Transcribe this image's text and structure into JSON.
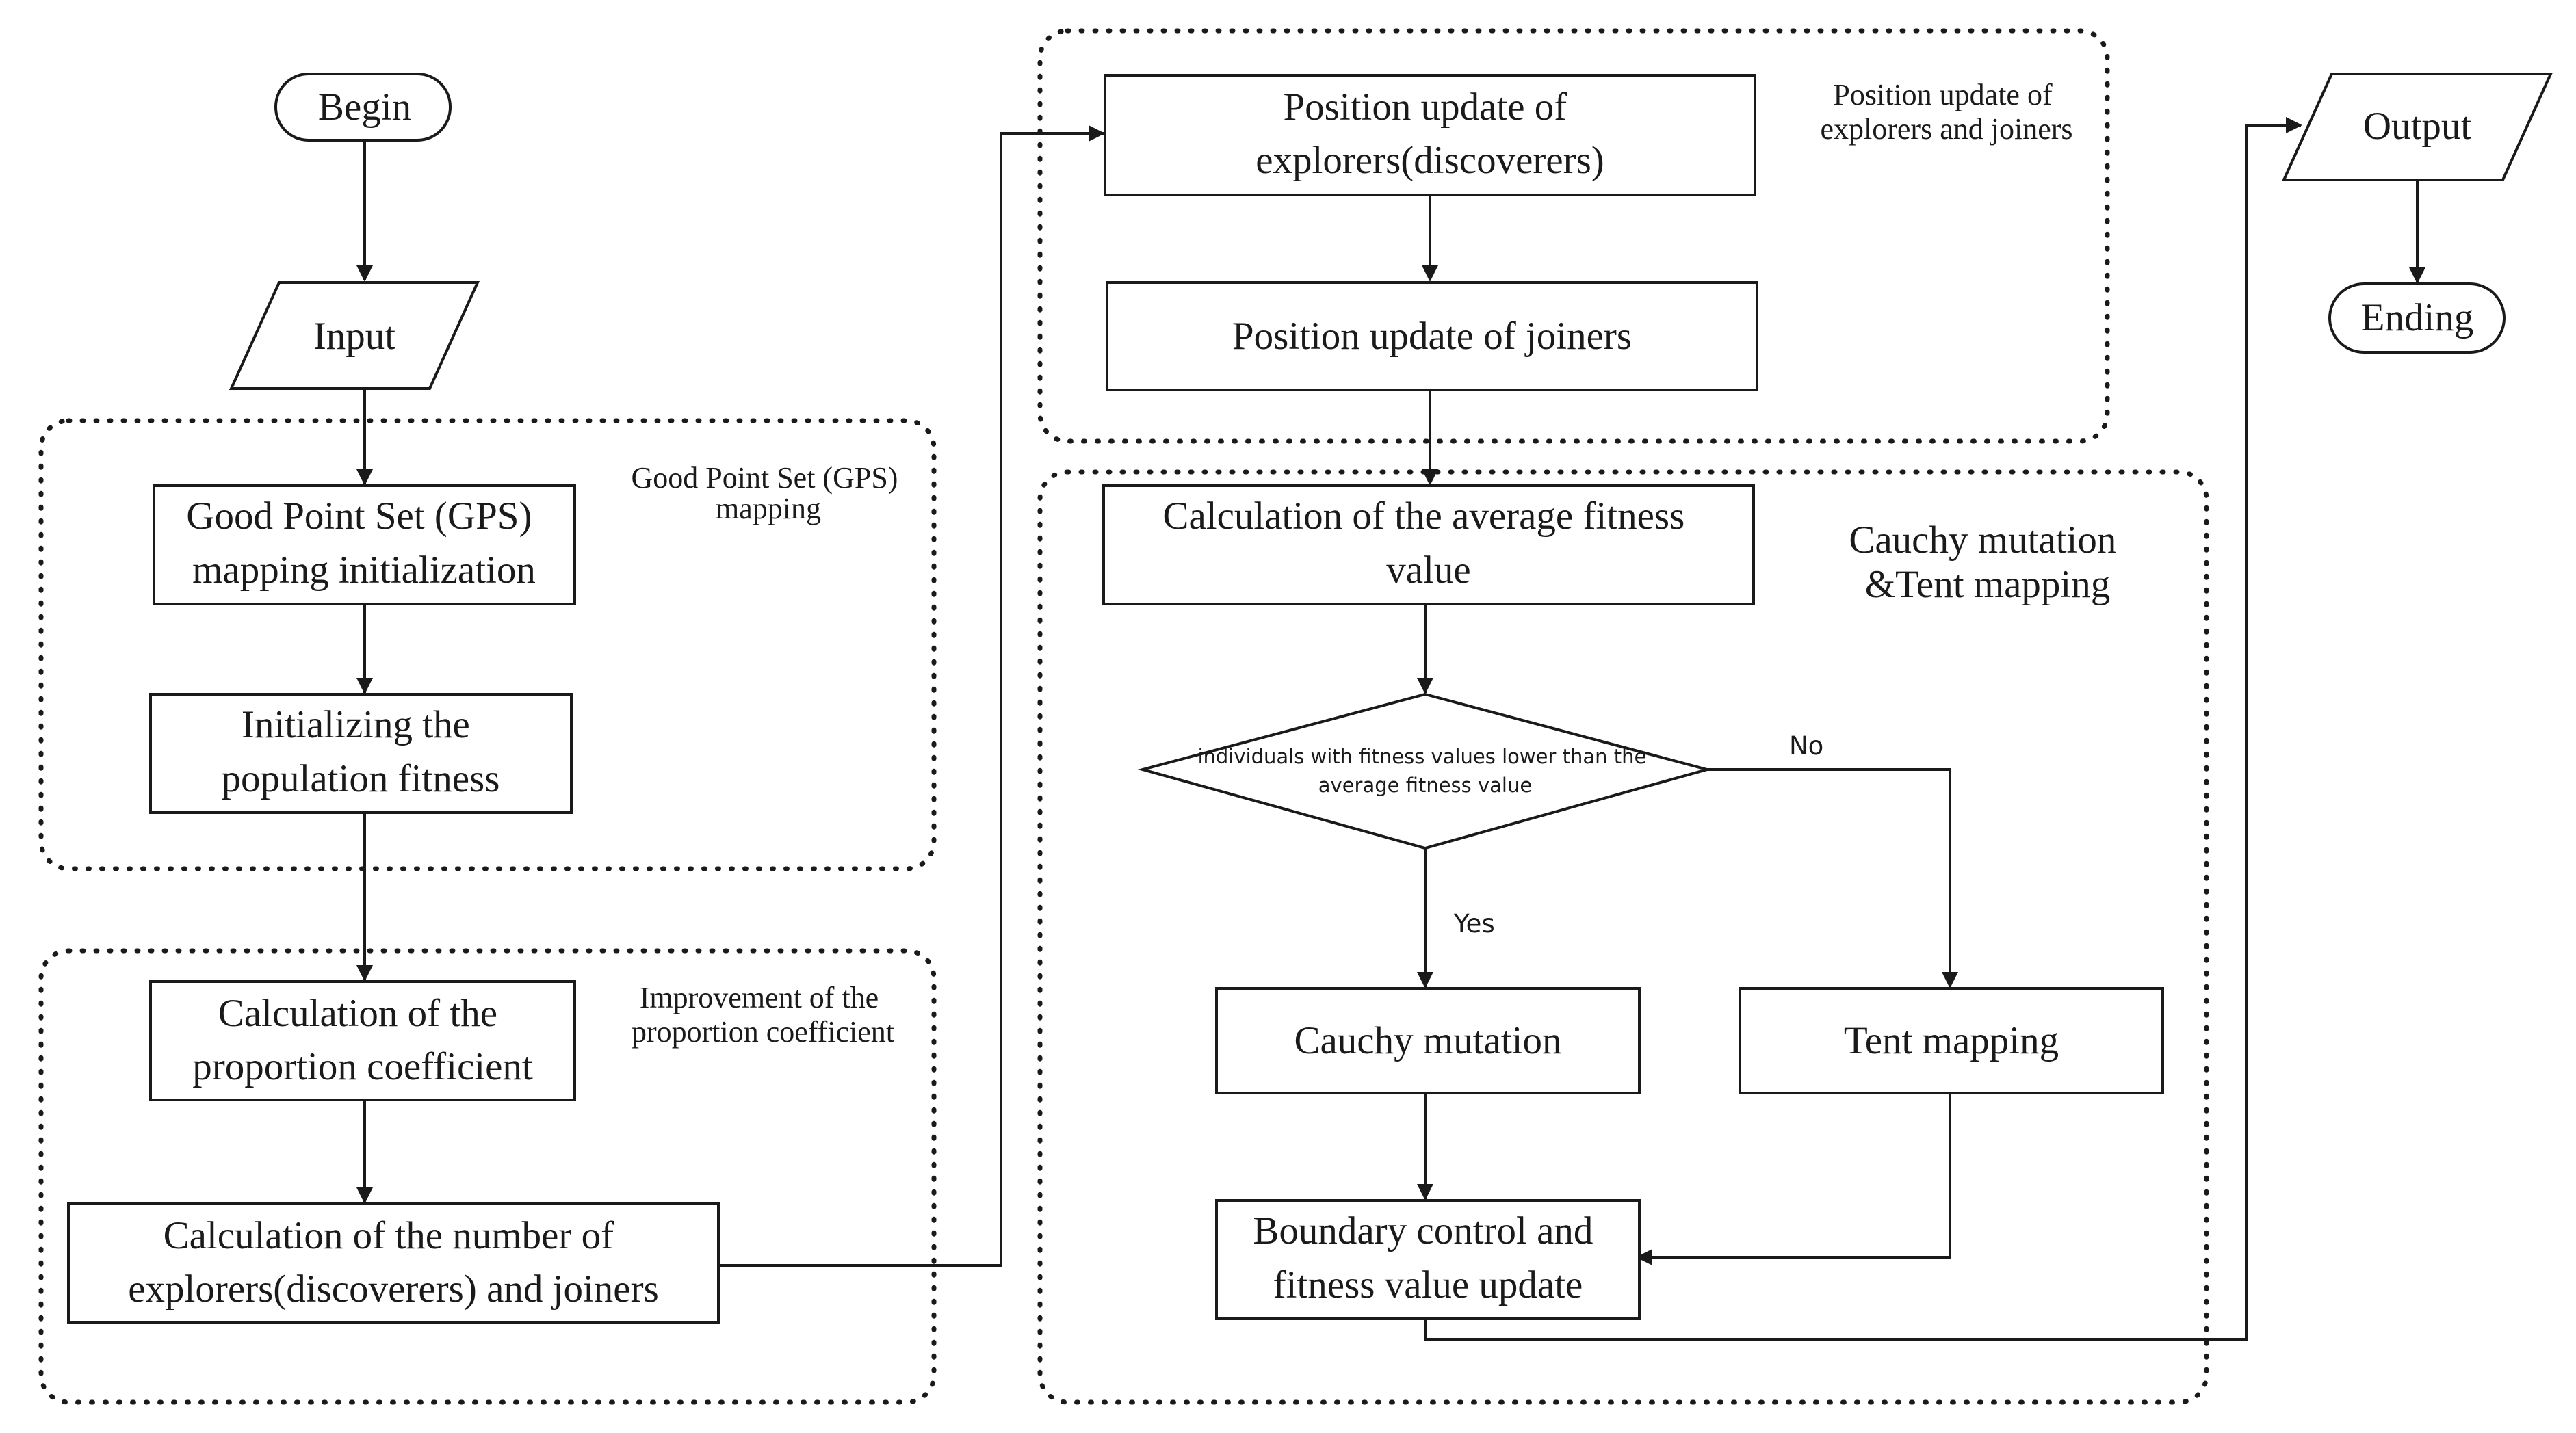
{
  "terminals": {
    "begin": "Begin",
    "ending": "Ending"
  },
  "io": {
    "input": "Input",
    "output": "Output"
  },
  "groups": {
    "gps_mapping": [
      "Good Point Set (GPS)",
      "mapping"
    ],
    "proportion": [
      "Improvement of the",
      "proportion coefficient"
    ],
    "position_update": [
      "Position update of",
      "explorers and joiners"
    ],
    "cauchy_tent": [
      "Cauchy mutation",
      "&Tent mapping"
    ]
  },
  "processes": {
    "gps_init": [
      "Good Point Set (GPS)",
      "mapping initialization"
    ],
    "init_fitness": [
      "Initializing the",
      "population fitness"
    ],
    "calc_proportion": [
      "Calculation of the",
      "proportion coefficient"
    ],
    "calc_number": [
      "Calculation of the number of",
      "explorers(discoverers) and joiners"
    ],
    "update_explorers": [
      "Position update of",
      "explorers(discoverers)"
    ],
    "update_joiners": [
      "Position update of joiners"
    ],
    "avg_fitness": [
      "Calculation of the average fitness",
      "value"
    ],
    "cauchy": [
      "Cauchy mutation"
    ],
    "tent": [
      "Tent mapping"
    ],
    "boundary": [
      "Boundary control and",
      "fitness value update"
    ]
  },
  "decision": {
    "text": [
      "individuals with fitness values lower than the",
      "average fitness value"
    ],
    "yes": "Yes",
    "no": "No"
  }
}
